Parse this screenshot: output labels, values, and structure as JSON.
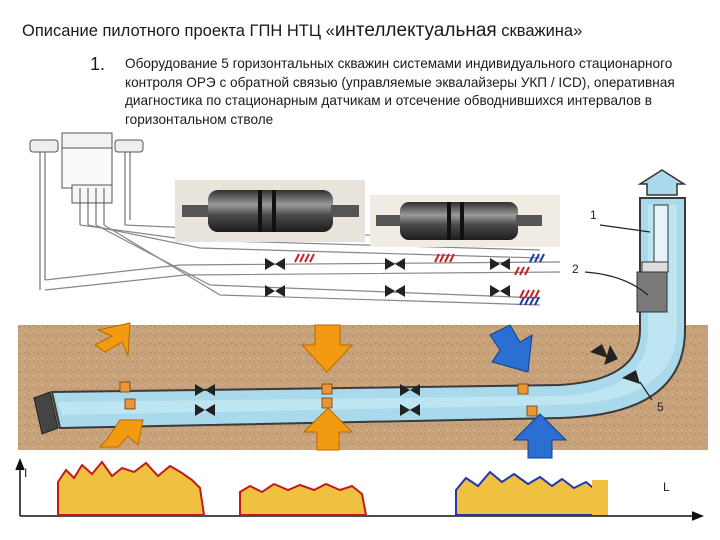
{
  "title": {
    "part1": "Описание пилотного проекта ГПН НТЦ «",
    "part2": "интеллектуальная",
    "part3": " скважина»"
  },
  "item": {
    "number": "1.",
    "text": "Оборудование 5 горизонтальных скважин системами индивидуального стационарного контроля ОРЭ с обратной связью (управляемые эквалайзеры УКП / ICD), оперативная диагностика по стационарным датчикам и отсечение обводнившихся интервалов в горизонтальном стволе"
  },
  "diagram": {
    "label_1": "1",
    "label_2": "2",
    "label_5": "5",
    "axis_y": "I",
    "axis_x": "L",
    "colors": {
      "formation": "#c8a27a",
      "pipe": "#a9d9ea",
      "oil_arrow": "#f29a10",
      "water_arrow": "#2a6fd1",
      "red_profile": "#c41a1a",
      "blue_profile": "#2236b5",
      "sand_fill": "#f0c040"
    }
  }
}
